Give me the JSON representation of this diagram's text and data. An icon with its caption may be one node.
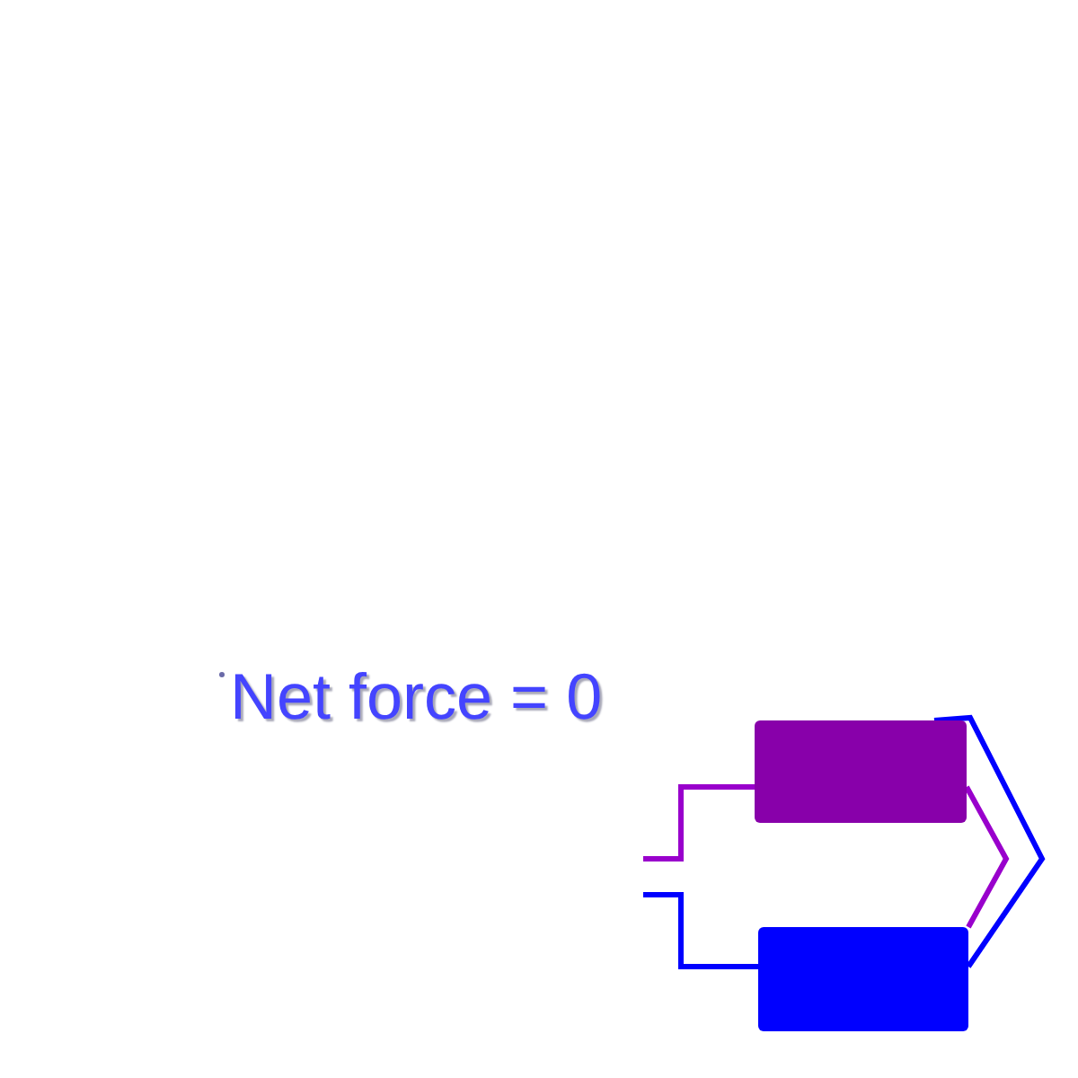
{
  "diagram": {
    "nodes": [
      {
        "text": [],
        "shape": "box"
      },
      {
        "text": [],
        "shape": "box"
      }
    ],
    "edges": [
      {
        "from": null,
        "to": 0,
        "arrow": "none",
        "color": "#9900cc"
      },
      {
        "from": null,
        "to": 1,
        "arrow": "none",
        "color": "#0000ff"
      },
      {
        "from": 0,
        "to": 1,
        "arrow": "none",
        "color": "#9900cc"
      },
      {
        "from": 1,
        "to": 0,
        "arrow": "none",
        "color": "#0000ff"
      }
    ],
    "labels": [
      "Net force = 0"
    ]
  }
}
